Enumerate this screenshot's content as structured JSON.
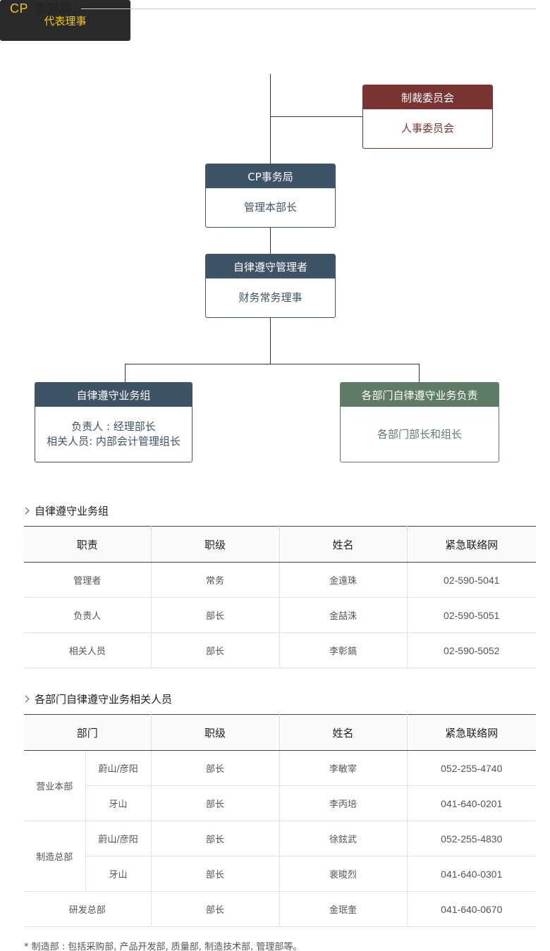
{
  "header": {
    "prefix": "CP",
    "title": "事务局"
  },
  "org": {
    "ceo": "代表理事",
    "sanctions": {
      "title": "制裁委员会",
      "body": "人事委员会"
    },
    "cp_office": {
      "title": "CP事务局",
      "body": "管理本部长"
    },
    "compliance_manager": {
      "title": "自律遵守管理者",
      "body": "财务常务理事"
    },
    "compliance_team": {
      "title": "自律遵守业务组",
      "body_line1": "负责人 : 经理部长",
      "body_line2": "相关人员: 内部会计管理组长"
    },
    "dept_officers": {
      "title": "各部门自律遵守业务负责",
      "body": "各部门部长和组长"
    }
  },
  "section1": {
    "title": "自律遵守业务组",
    "headers": [
      "职责",
      "职级",
      "姓名",
      "紧急联络网"
    ],
    "rows": [
      [
        "管理者",
        "常务",
        "金遠珠",
        "02-590-5041"
      ],
      [
        "负责人",
        "部长",
        "金喆洙",
        "02-590-5051"
      ],
      [
        "相关人员",
        "部长",
        "李彰鎬",
        "02-590-5052"
      ]
    ]
  },
  "section2": {
    "title": "各部门自律遵守业务相关人员",
    "headers": [
      "部门",
      "职级",
      "姓名",
      "紧急联络网"
    ],
    "groups": [
      {
        "dept": "营业本部",
        "rows": [
          [
            "蔚山/彦阳",
            "部长",
            "李敏宰",
            "052-255-4740"
          ],
          [
            "牙山",
            "部长",
            "李丙培",
            "041-640-0201"
          ]
        ]
      },
      {
        "dept": "制造总部",
        "rows": [
          [
            "蔚山/彦阳",
            "部长",
            "徐鉉武",
            "052-255-4830"
          ],
          [
            "牙山",
            "部长",
            "裵晙烈",
            "041-640-0301"
          ]
        ]
      }
    ],
    "single": [
      "研发总部",
      "部长",
      "金珉奎",
      "041-640-0670"
    ]
  },
  "footnote": "* 制造部 : 包括采购部, 产品开发部, 质量部, 制造技术部, 管理部等。"
}
